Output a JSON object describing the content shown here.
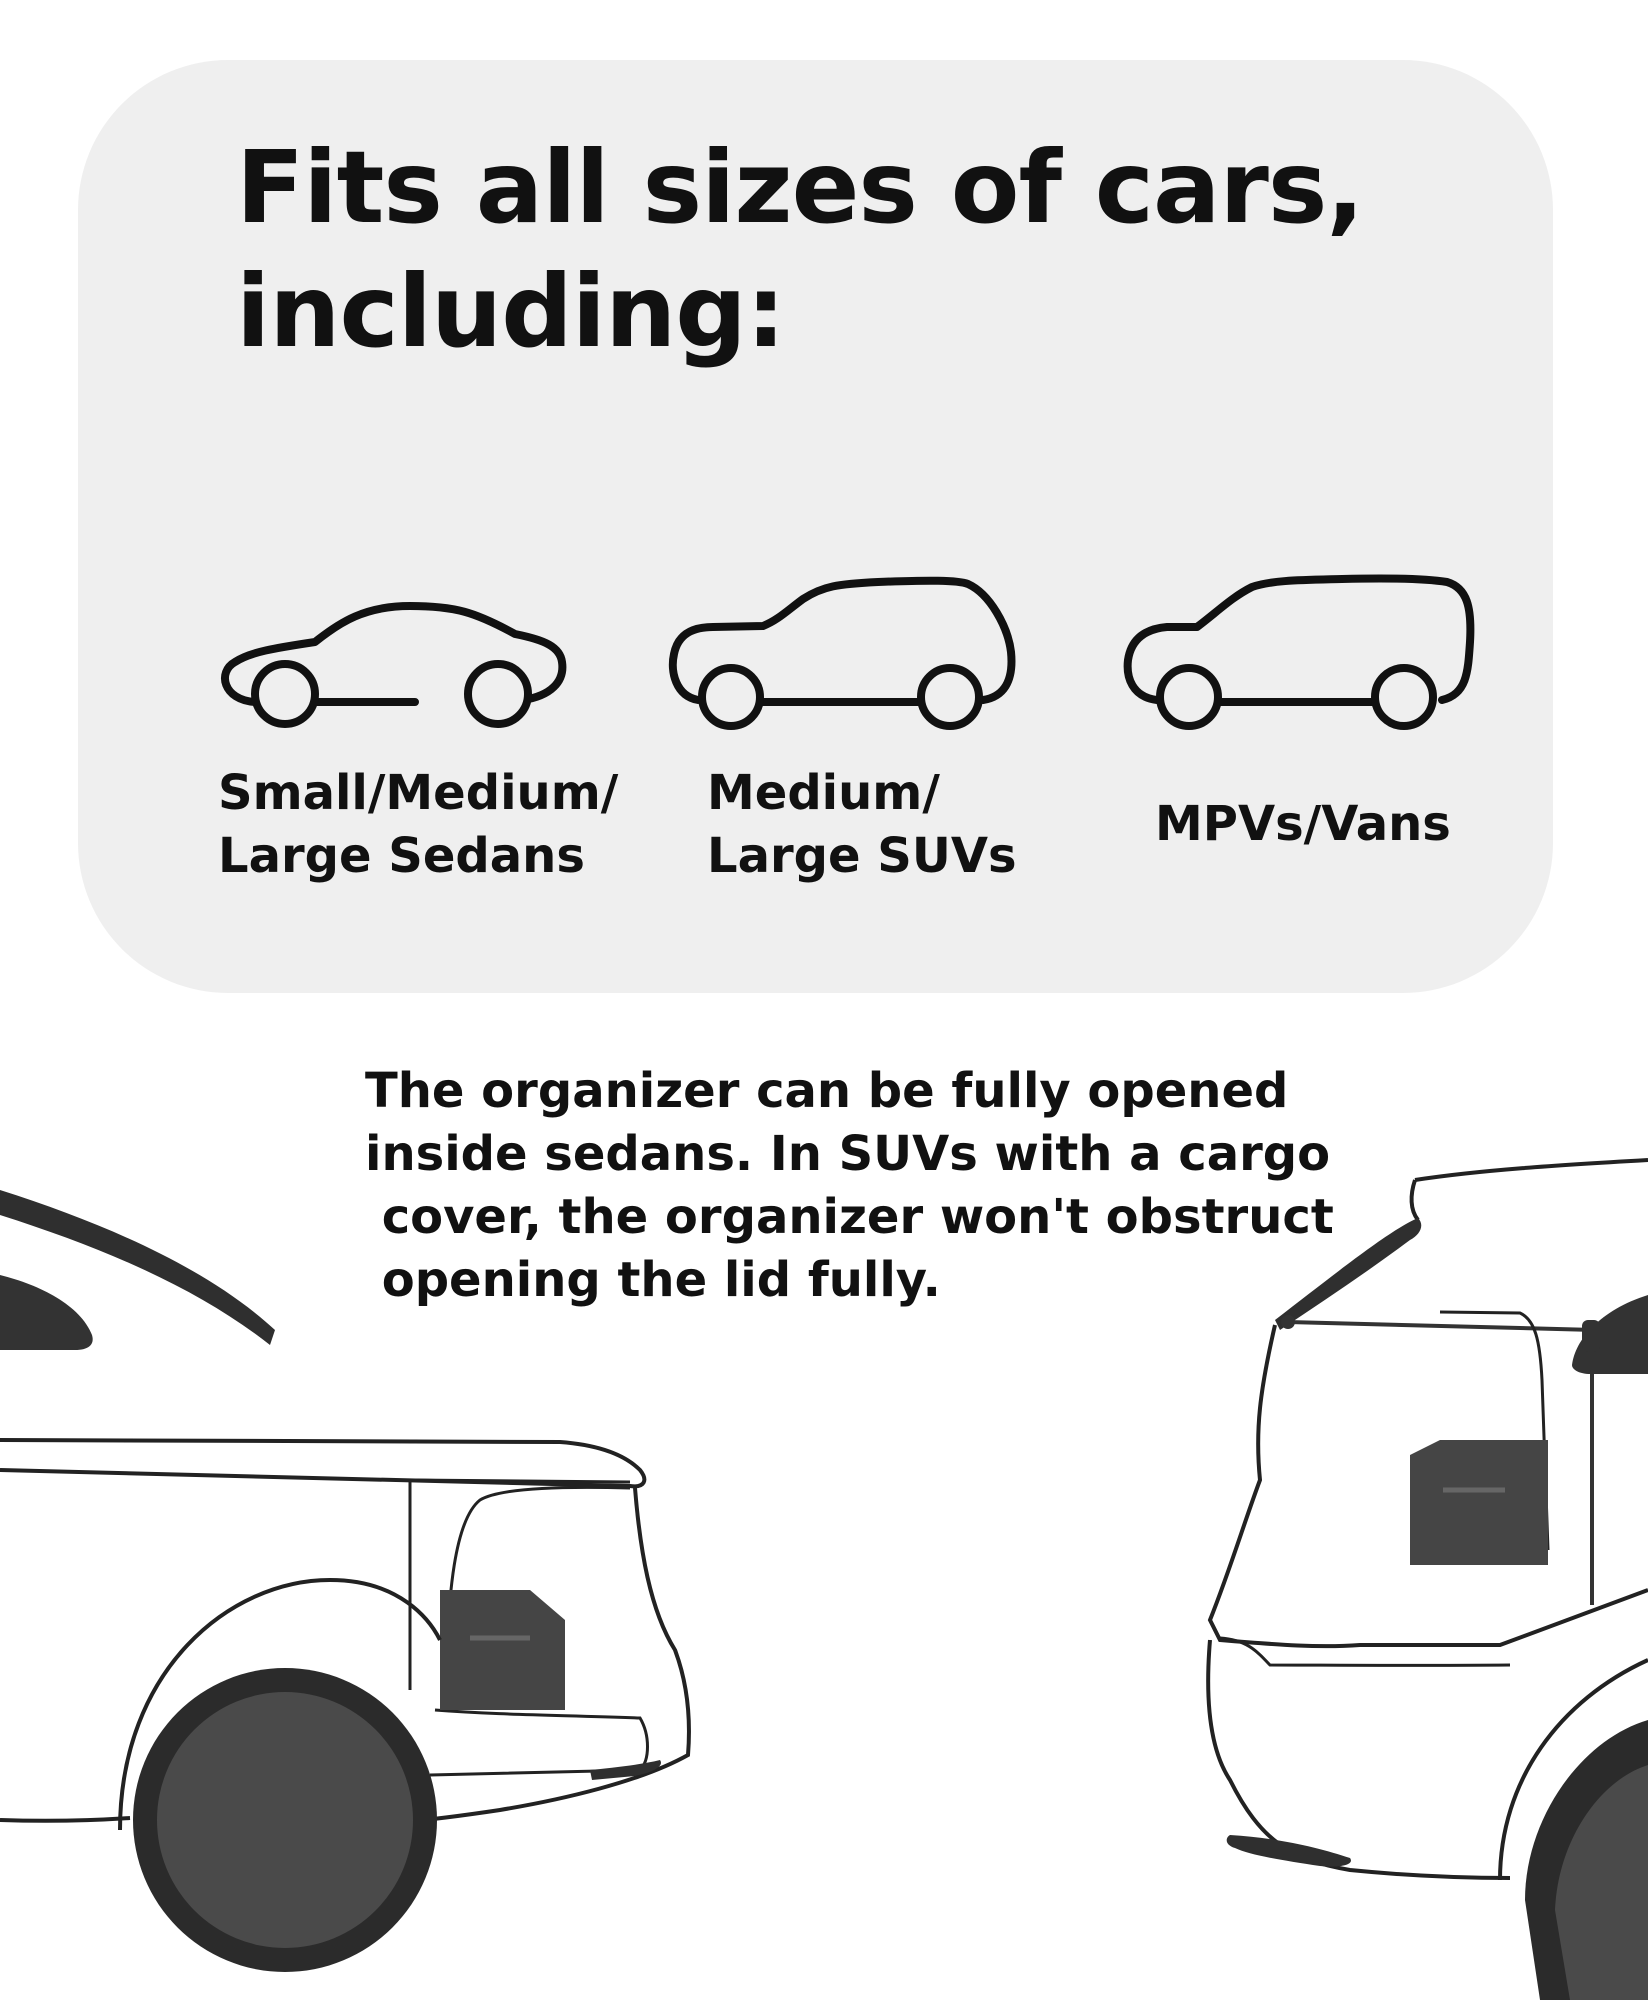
{
  "headline": {
    "line1": "Fits all sizes of cars,",
    "line2": "including:"
  },
  "car_types": [
    {
      "icon": "sedan-icon",
      "line1": "Small/Medium/",
      "line2": "Large Sedans"
    },
    {
      "icon": "suv-icon",
      "line1": "Medium/",
      "line2": "Large SUVs"
    },
    {
      "icon": "van-icon",
      "line1": "MPVs/Vans"
    }
  ],
  "note": {
    "lines": [
      "The organizer can be fully opened",
      "inside sedans. In SUVs with a cargo",
      " cover, the organizer won't obstruct",
      " opening the lid fully."
    ]
  },
  "colors": {
    "panel": "#efefef",
    "text": "#111111",
    "wheel": "#3f3f3f",
    "organizer": "#454545"
  }
}
